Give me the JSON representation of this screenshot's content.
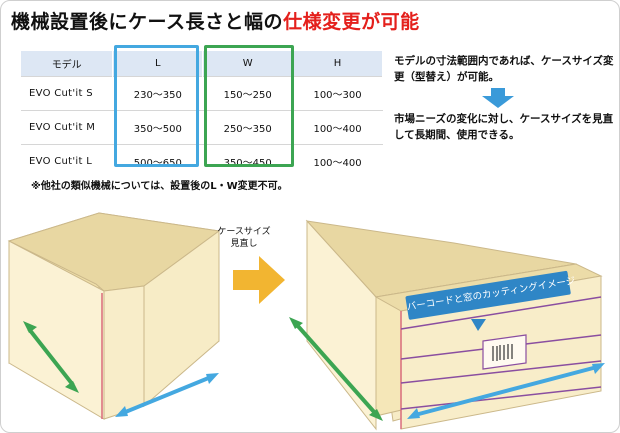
{
  "title": {
    "main": "機械設置後にケース長さと幅の",
    "highlight": "仕様変更が可能"
  },
  "table": {
    "headers": [
      "モデル",
      "L",
      "W",
      "H"
    ],
    "rows": [
      [
        "EVO Cut'it  S",
        "230～350",
        "150～250",
        "100～300"
      ],
      [
        "EVO Cut'it  M",
        "350～500",
        "250～350",
        "100～400"
      ],
      [
        "EVO Cut'it  L",
        "500～650",
        "350～450",
        "100～400"
      ]
    ]
  },
  "note": "※他社の類似機械については、設置後のL・W変更不可。",
  "side_text": {
    "line1": "モデルの寸法範囲内であれば、ケースサイズ変更（型替え）が可能。",
    "line2": "市場ニーズの変化に対し、ケースサイズを見直して長期間、使用できる。"
  },
  "middle_label": {
    "line1": "ケースサイズ",
    "line2": "見直し"
  },
  "callout": "バーコードと窓のカッティングイメージ",
  "colors": {
    "title_highlight": "#e4201c",
    "l_frame": "#44a8e0",
    "w_frame": "#3ca552",
    "arrow": "#f2b531",
    "box": "#f5e9bc",
    "callout": "#2f86c6"
  }
}
